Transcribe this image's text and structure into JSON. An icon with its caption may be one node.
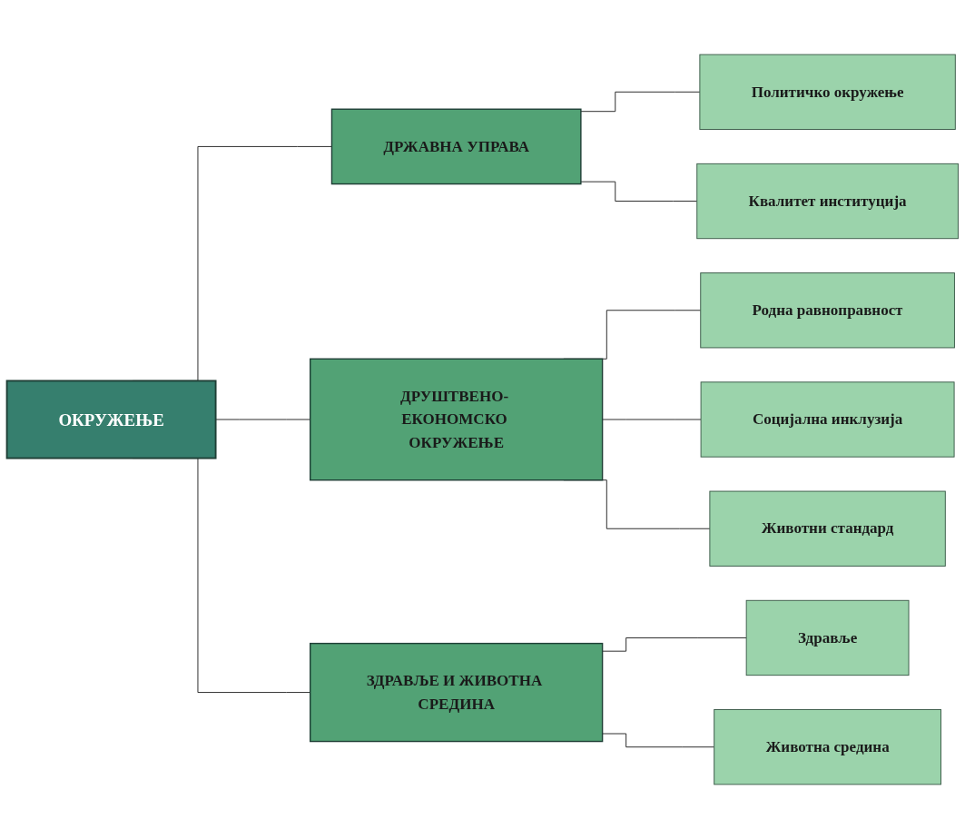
{
  "diagram": {
    "nodes": [
      {
        "text": [
          "ОКРУЖЕЊЕ"
        ]
      },
      {
        "text": [
          "ДРЖАВНА УПРАВА"
        ]
      },
      {
        "text": [
          "Политичко окружење"
        ]
      },
      {
        "text": [
          "Квалитет институција"
        ]
      },
      {
        "text": [
          "ДРУШТВЕНО- ЕКОНОМСКО ОКРУЖЕЊЕ"
        ]
      },
      {
        "text": [
          "Родна равноправност"
        ]
      },
      {
        "text": [
          "Социјална инклузија"
        ]
      },
      {
        "text": [
          "Животни стандард"
        ]
      },
      {
        "text": [
          "ЗДРАВЉЕ И ЖИВОТНА СРЕДИНА"
        ]
      },
      {
        "text": [
          "Здравље"
        ]
      },
      {
        "text": [
          "Животна средина"
        ]
      }
    ],
    "edges": [
      {
        "from": 0,
        "to": 1,
        "arrow": "none"
      },
      {
        "from": 0,
        "to": 4,
        "arrow": "none"
      },
      {
        "from": 0,
        "to": 8,
        "arrow": "none"
      },
      {
        "from": 1,
        "to": 2,
        "arrow": "none"
      },
      {
        "from": 1,
        "to": 3,
        "arrow": "none"
      },
      {
        "from": 4,
        "to": 5,
        "arrow": "none"
      },
      {
        "from": 4,
        "to": 6,
        "arrow": "none"
      },
      {
        "from": 4,
        "to": 7,
        "arrow": "none"
      },
      {
        "from": 8,
        "to": 9,
        "arrow": "none"
      },
      {
        "from": 8,
        "to": 10,
        "arrow": "none"
      }
    ]
  }
}
